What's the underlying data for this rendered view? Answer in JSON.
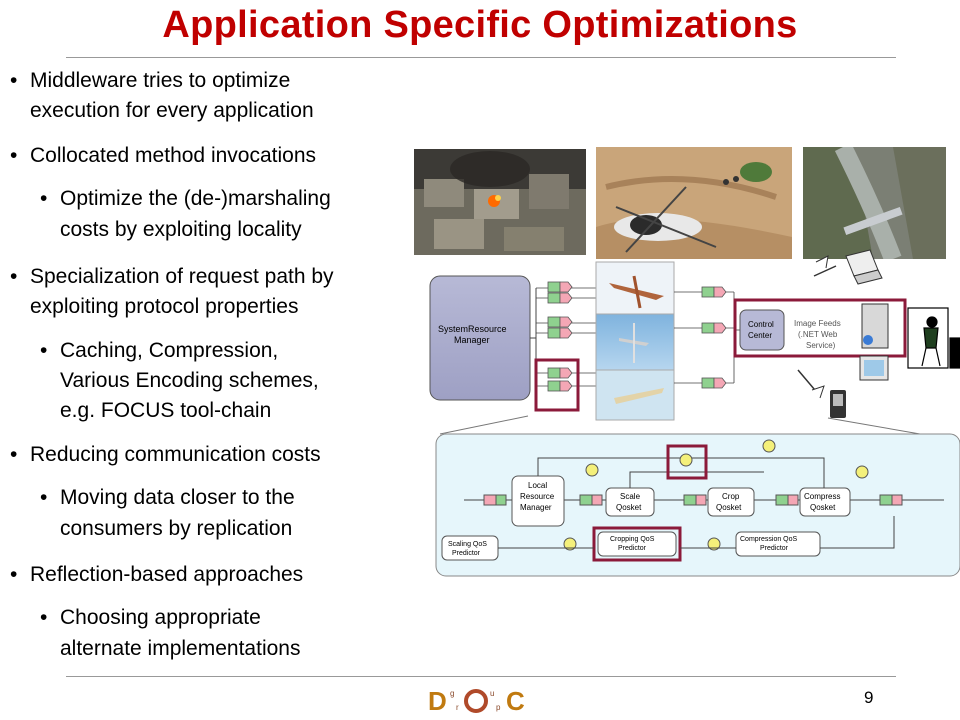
{
  "slide": {
    "title": "Application Specific Optimizations",
    "page_number": "9",
    "logo_text": "DOC group"
  },
  "bullets": [
    {
      "level": 1,
      "lines": [
        "Middleware tries to optimize",
        "execution for every application"
      ]
    },
    {
      "level": 1,
      "lines": [
        "Collocated method invocations"
      ]
    },
    {
      "level": 2,
      "lines": [
        "Optimize the (de-)marshaling",
        "costs by exploiting locality"
      ]
    },
    {
      "level": 1,
      "lines": [
        "Specialization of request path by",
        "exploiting protocol properties"
      ]
    },
    {
      "level": 2,
      "lines": [
        "Caching, Compression,",
        "Various Encoding schemes,",
        "e.g. FOCUS tool-chain"
      ]
    },
    {
      "level": 1,
      "lines": [
        "Reducing communication costs"
      ]
    },
    {
      "level": 2,
      "lines": [
        "Moving data closer to the",
        "consumers by replication"
      ]
    },
    {
      "level": 1,
      "lines": [
        "Reflection-based approaches"
      ]
    },
    {
      "level": 2,
      "lines": [
        "Choosing appropriate",
        "alternate implementations"
      ]
    }
  ],
  "diagram": {
    "system_resource_manager": "SystemResource Manager",
    "control_center": "Control Center",
    "image_feeds": "Image Feeds (.NET Web Service)",
    "local_resource_manager": "Local Resource Manager",
    "scale_qosket": "Scale Qosket",
    "crop_qosket": "Crop Qosket",
    "compress_qosket": "Compress Qosket",
    "scaling_predictor": "Scaling QoS Predictor",
    "cropping_predictor": "Cropping QoS Predictor",
    "compression_predictor": "Compression QoS Predictor"
  },
  "colors": {
    "title": "#c00000",
    "highlight_box": "#8b1a3a",
    "pink_port": "#f4a7b5",
    "green_port": "#8fd18f",
    "lightblue_panel": "#e6f6fb"
  }
}
